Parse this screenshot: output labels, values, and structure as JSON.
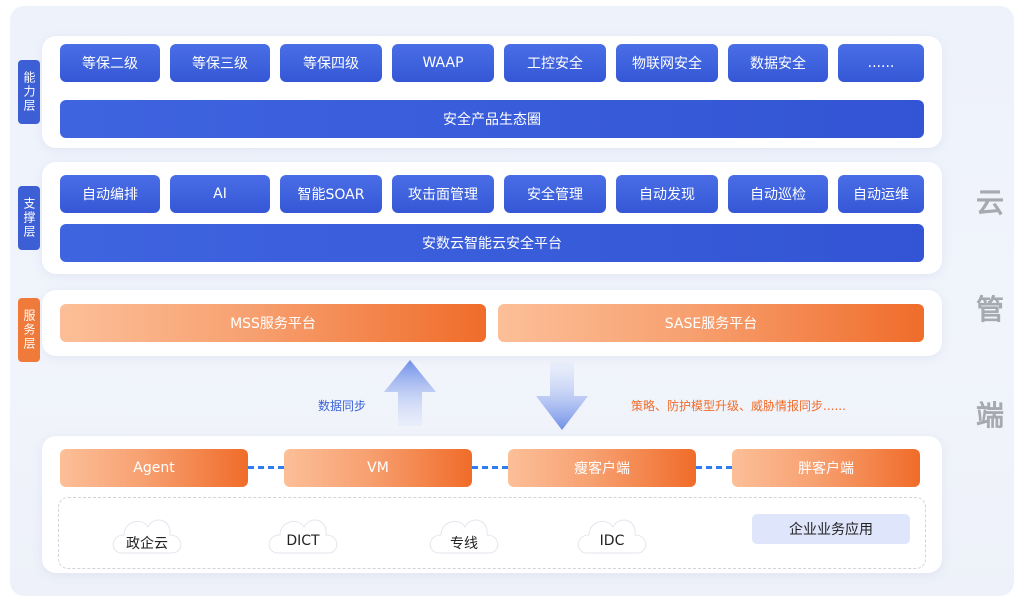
{
  "layers": {
    "capability": "能力层",
    "support": "支撑层",
    "service": "服务层"
  },
  "capability": {
    "items": [
      "等保二级",
      "等保三级",
      "等保四级",
      "WAAP",
      "工控安全",
      "物联网安全",
      "数据安全",
      "......"
    ],
    "bar": "安全产品生态圈"
  },
  "support": {
    "items": [
      "自动编排",
      "AI",
      "智能SOAR",
      "攻击面管理",
      "安全管理",
      "自动发现",
      "自动巡检",
      "自动运维"
    ],
    "bar": "安数云智能云安全平台"
  },
  "service": {
    "mss": "MSS服务平台",
    "sase": "SASE服务平台"
  },
  "arrows": {
    "up_label": "数据同步",
    "down_label": "策略、防护模型升级、威胁情报同步......"
  },
  "side": [
    "云",
    "管",
    "端"
  ],
  "endpoint": {
    "devices": [
      "Agent",
      "VM",
      "瘦客户端",
      "胖客户端"
    ],
    "clouds": [
      "政企云",
      "DICT",
      "专线",
      "IDC"
    ],
    "enterprise": "企业业务应用"
  },
  "colors": {
    "blue": "#3d5fd6",
    "orange": "#f06c2a",
    "up_label": "#3a63d8",
    "down_label": "#f06c2a",
    "side_text": "#a7a9b0"
  }
}
